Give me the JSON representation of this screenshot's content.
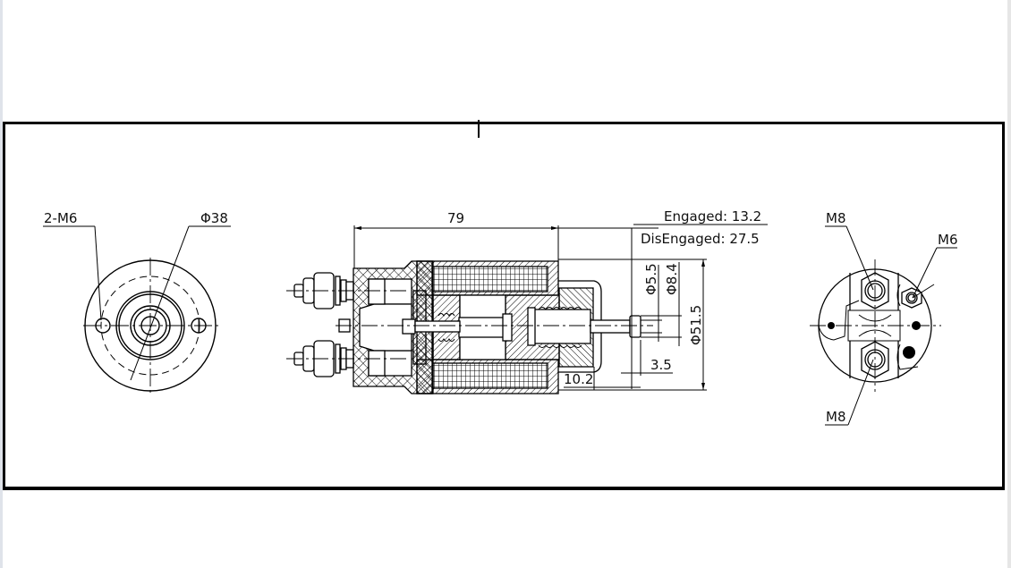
{
  "drawing": {
    "subject": "Solenoid technical drawing",
    "views": {
      "left_end_view": {
        "labels": {
          "mount_holes": "2-M6",
          "bolt_circle_diameter": "Φ38"
        }
      },
      "section_view": {
        "labels": {
          "overall_length": "79",
          "stroke_engaged": "Engaged: 13.2",
          "stroke_disengaged": "DisEngaged: 27.5",
          "shaft_diameter": "Φ5.5",
          "shaft_head_diameter": "Φ8.4",
          "body_diameter": "Φ51.5",
          "shaft_protrusion": "10.2",
          "head_length": "3.5"
        }
      },
      "right_end_view": {
        "labels": {
          "top_terminal": "M8",
          "bottom_terminal": "M8",
          "control_terminal": "M6"
        }
      }
    },
    "colors": {
      "line": "#000000",
      "background": "#ffffff",
      "frame": "#000000"
    }
  }
}
